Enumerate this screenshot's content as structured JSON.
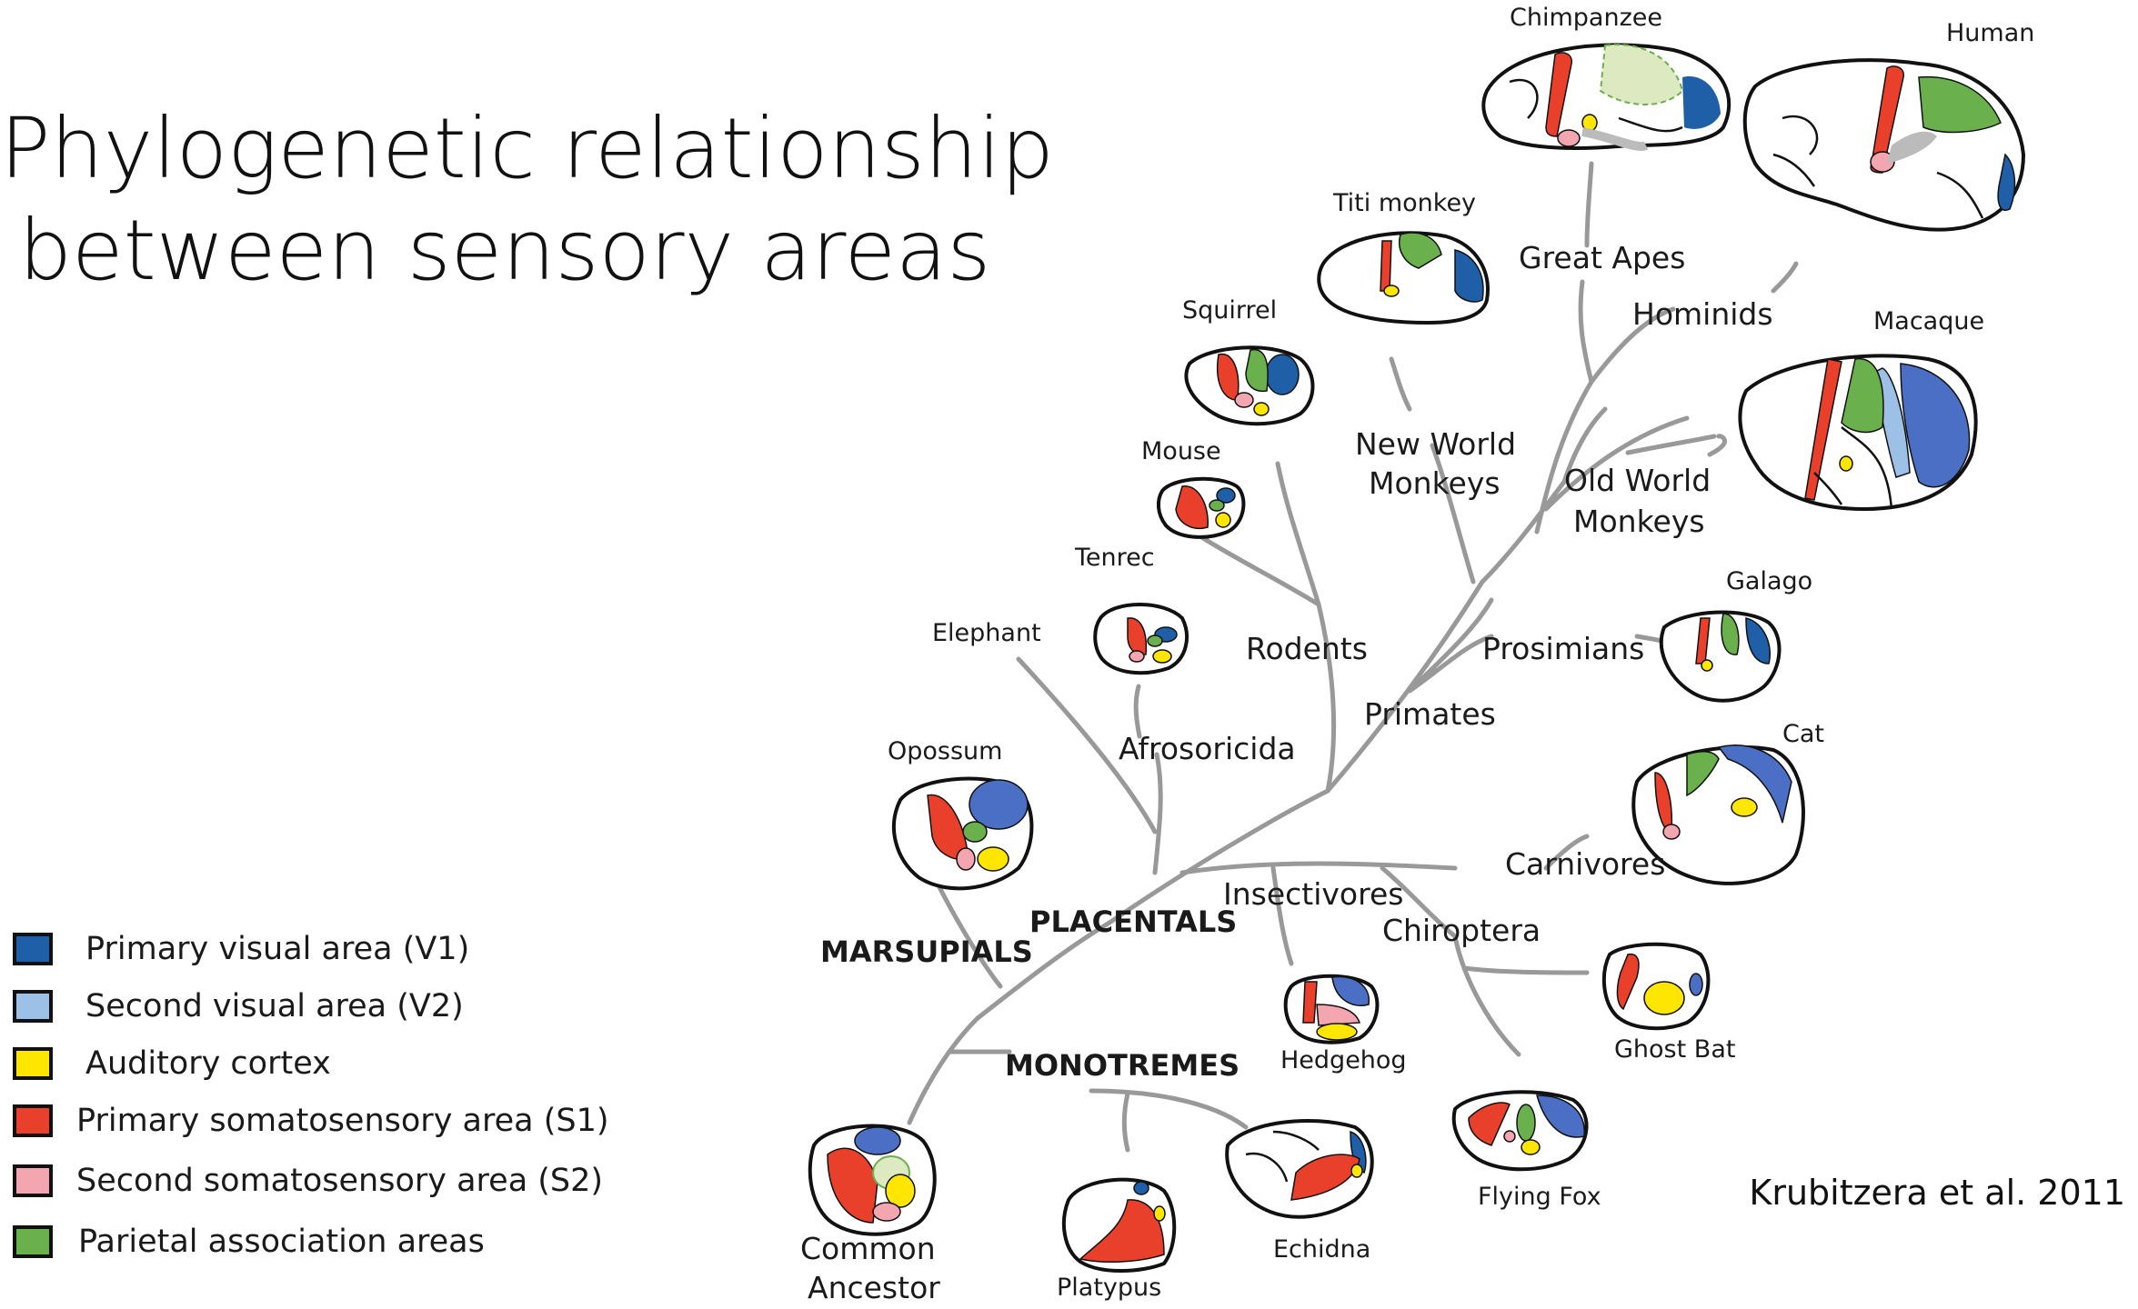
{
  "title": {
    "line1": "Phylogenetic relationship",
    "line2": "between sensory areas"
  },
  "colors": {
    "v1": "#1e5fa8",
    "v2": "#9cc0e6",
    "auditory": "#ffe600",
    "s1": "#e8402a",
    "s2": "#f4a6b0",
    "parietal": "#6ab04c"
  },
  "legend": [
    {
      "label": "Primary visual area (V1)",
      "color": "#1e5fa8"
    },
    {
      "label": "Second visual area (V2)",
      "color": "#9cc0e6"
    },
    {
      "label": "Auditory cortex",
      "color": "#ffe600"
    },
    {
      "label": "Primary somatosensory area (S1)",
      "color": "#e8402a"
    },
    {
      "label": "Second somatosensory area (S2)",
      "color": "#f4a6b0"
    },
    {
      "label": "Parietal association areas",
      "color": "#6ab04c"
    }
  ],
  "citation": "Krubitzera et al. 2011",
  "groups": {
    "great_apes": "Great Apes",
    "hominids": "Hominids",
    "new_world_1": "New World",
    "new_world_2": "Monkeys",
    "old_world_1": "Old World",
    "old_world_2": "Monkeys",
    "rodents": "Rodents",
    "prosimians": "Prosimians",
    "primates": "Primates",
    "afrosoricida": "Afrosoricida",
    "carnivores": "Carnivores",
    "insectivores": "Insectivores",
    "chiroptera": "Chiroptera",
    "placentals": "PLACENTALS",
    "marsupials": "MARSUPIALS",
    "monotremes": "MONOTREMES",
    "common_1": "Common",
    "common_2": "Ancestor"
  },
  "species": {
    "chimpanzee": "Chimpanzee",
    "human": "Human",
    "titi_monkey": "Titi monkey",
    "squirrel": "Squirrel",
    "macaque": "Macaque",
    "mouse": "Mouse",
    "tenrec": "Tenrec",
    "elephant": "Elephant",
    "galago": "Galago",
    "opossum": "Opossum",
    "cat": "Cat",
    "hedgehog": "Hedgehog",
    "ghost_bat": "Ghost Bat",
    "flying_fox": "Flying Fox",
    "echidna": "Echidna",
    "platypus": "Platypus"
  }
}
